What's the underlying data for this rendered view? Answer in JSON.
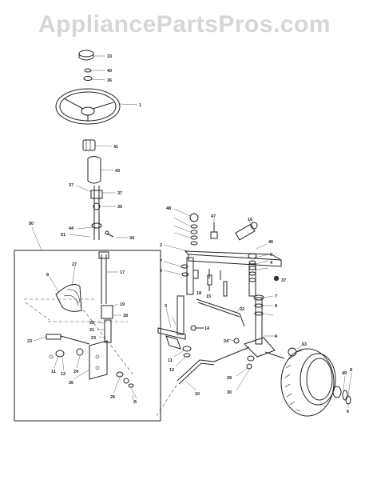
{
  "watermark": "AppliancePartsPros.com",
  "callouts": {
    "c33": "33",
    "c40": "40",
    "c36": "36",
    "c1": "1",
    "c41": "41",
    "c43": "43",
    "c37a": "37",
    "c37b": "37",
    "c35": "35",
    "c50": "50",
    "c44": "44",
    "c51": "51",
    "c34": "34",
    "c17": "17",
    "c8": "8",
    "c27": "27",
    "c19": "19",
    "c18": "18",
    "c20": "20",
    "c21": "21",
    "c23a": "23",
    "c23b": "23",
    "c11a": "11",
    "c12a": "12",
    "c24a": "24",
    "c26": "26",
    "c25": "25",
    "c5": "5",
    "c48": "48",
    "c47": "47",
    "c16": "16",
    "c2": "2",
    "c7a": "7",
    "c6a": "6",
    "c18b": "18",
    "c15": "15",
    "c46": "46",
    "c6b": "6",
    "c4": "4",
    "c37c": "37",
    "c3": "3",
    "c14": "14",
    "c22": "22",
    "c10": "10",
    "c11b": "11",
    "c12b": "12",
    "c24b": "24",
    "c29": "29",
    "c30": "30",
    "c7b": "7",
    "c9": "9",
    "c53": "53",
    "c49": "49",
    "c8b": "8"
  }
}
